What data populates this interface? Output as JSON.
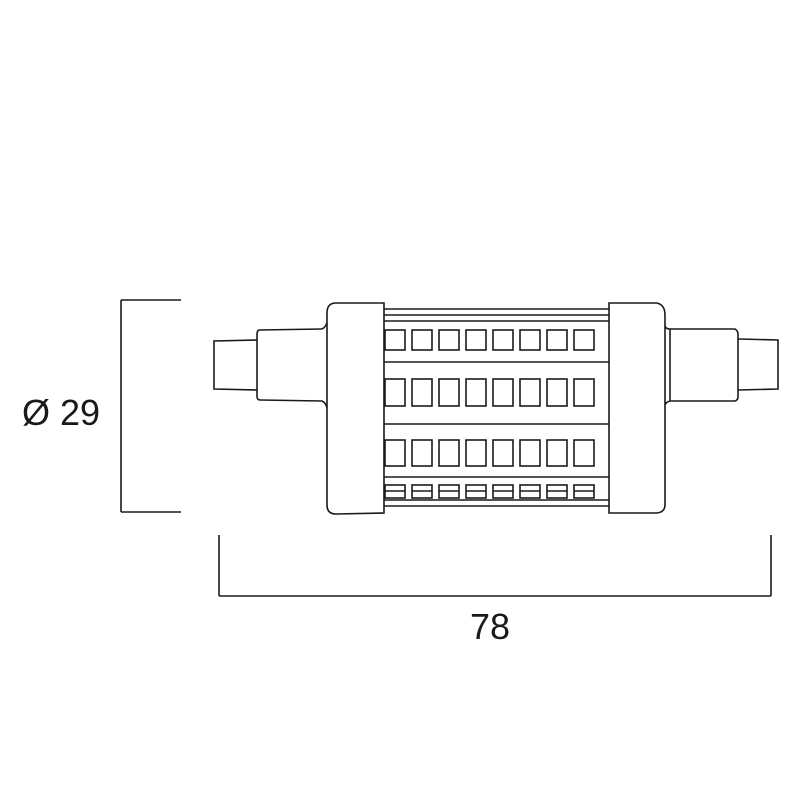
{
  "dimensions": {
    "diameter_label": "Ø 29",
    "length_label": "78"
  },
  "led_grid": {
    "columns": 8,
    "rows": 4
  },
  "colors": {
    "stroke": "#1a1a1a",
    "background": "#ffffff"
  }
}
